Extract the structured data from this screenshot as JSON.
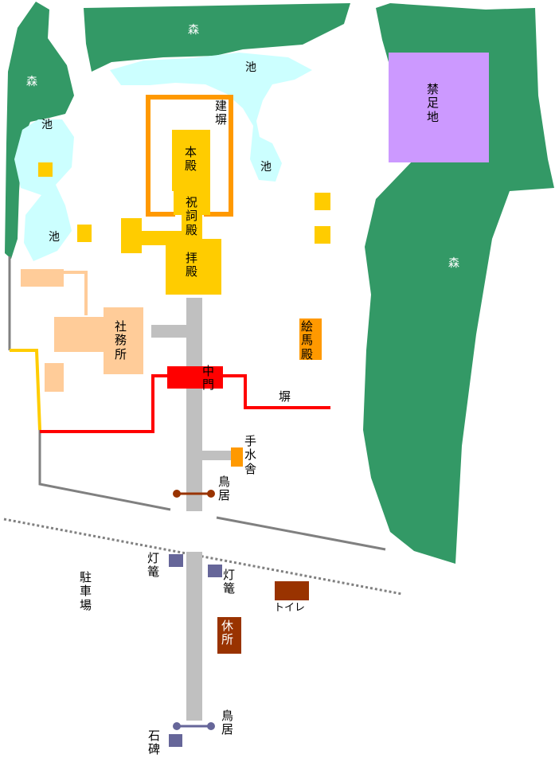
{
  "colors": {
    "forest": "#339966",
    "pond": "#ccffff",
    "main_building": "#ffcc00",
    "fence": "#ff9900",
    "office": "#ffcc99",
    "forbidden": "#cc99ff",
    "gate": "#ff0000",
    "path": "#c0c0c0",
    "wall": "#ff0000",
    "torii_shrine": "#993300",
    "torii_approach": "#666699",
    "lantern": "#666699",
    "toilet": "#993300",
    "road": "#808080"
  },
  "labels": {
    "forest_top": "森",
    "forest_left": "森",
    "forest_right": "森",
    "pond_top": "池",
    "pond_left_upper": "池",
    "pond_left_lower": "池",
    "pond_right": "池",
    "mizugaki": "建\n塀",
    "honden": "本\n殿",
    "norito": "祝\n詞\n殿",
    "haiden": "拝\n殿",
    "forbidden": "禁\n足\n地",
    "shamusho": "社\n務\n所",
    "emaden": "絵\n馬\n殿",
    "chumon": "中\n門",
    "wall": "塀",
    "temizusha": "手\n水\n舎",
    "torii_inner": "鳥\n居",
    "torii_outer": "鳥\n居",
    "lantern_left": "灯\n篭",
    "lantern_right": "灯\n篭",
    "parking": "駐\n車\n場",
    "toilet": "トイレ",
    "rest": "休\n所",
    "stone": "石\n碑"
  }
}
